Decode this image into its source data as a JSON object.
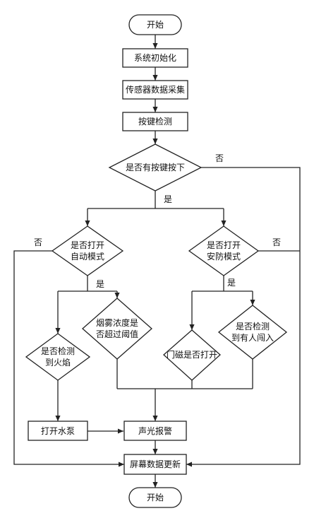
{
  "nodes": {
    "start": "开始",
    "init": "系统初始化",
    "collect": "传感器数据采集",
    "keyscan": "按键检测",
    "keypressed": "是否有按键按下",
    "automode": [
      "是否打开",
      "自动模式"
    ],
    "securitymode": [
      "是否打开",
      "安防模式"
    ],
    "fire": [
      "是否检测",
      "到火焰"
    ],
    "smoke": [
      "烟雾浓度是",
      "否超过阈值"
    ],
    "door": "门磁是否打开",
    "intruder": [
      "是否检测",
      "到有人闯入"
    ],
    "pump": "打开水泵",
    "alarm": "声光报警",
    "screen": "屏幕数据更新",
    "end": "开始"
  },
  "edge_labels": {
    "no_key": "否",
    "yes_key": "是",
    "no_auto": "否",
    "yes_auto": "是",
    "no_security": "否",
    "yes_security": "是"
  },
  "colors": {
    "stroke": "#222222",
    "fill": "#ffffff",
    "text": "#111111"
  }
}
